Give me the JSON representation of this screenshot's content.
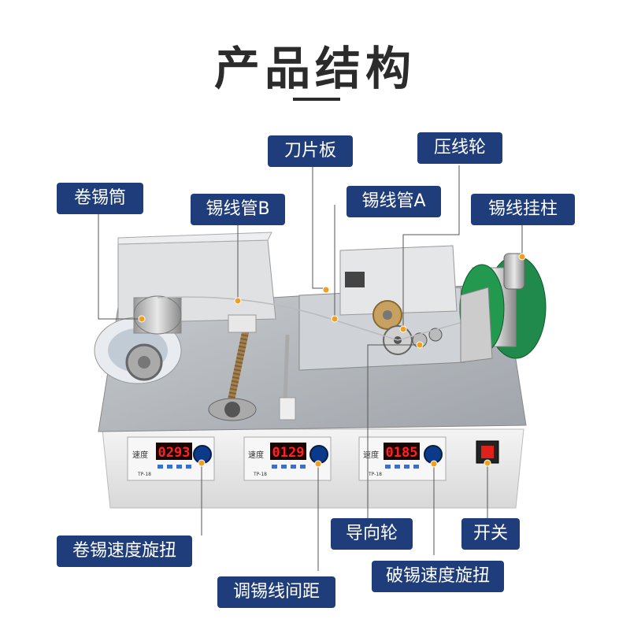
{
  "title": "产品结构",
  "labels": {
    "blade_plate": "刀片板",
    "press_wheel": "压线轮",
    "winding_drum": "卷锡筒",
    "tin_tube_b": "锡线管B",
    "tin_tube_a": "锡线管A",
    "wire_post": "锡线挂柱",
    "guide_wheel": "导向轮",
    "switch": "开关",
    "winding_speed_knob": "卷锡速度旋扭",
    "breaking_speed_knob": "破锡速度旋扭",
    "spacing_adjust": "调锡线间距"
  },
  "panels": [
    {
      "label": "速度",
      "value": "0293",
      "model": "TP-18"
    },
    {
      "label": "速度",
      "value": "0129",
      "model": "TP-18"
    },
    {
      "label": "速度",
      "value": "0185",
      "model": "TP-18"
    }
  ],
  "colors": {
    "label_bg": "#1f3d7a",
    "leader_line": "#555555",
    "marker": "#f0a020",
    "spool_green": "#1f8a4c",
    "display_red": "#ff2222"
  }
}
